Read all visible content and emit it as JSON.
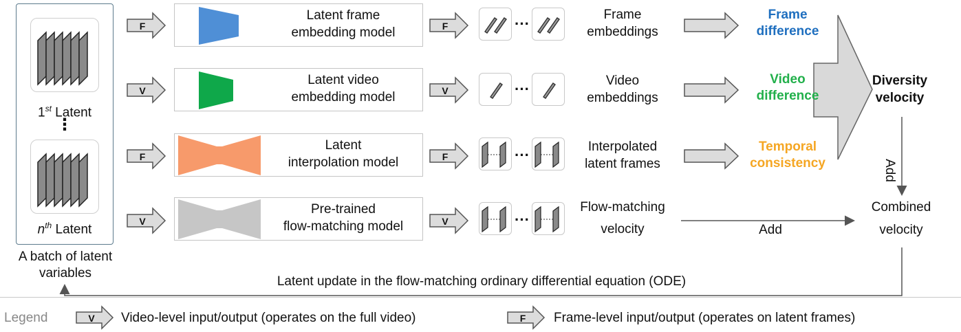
{
  "batch": {
    "first_label": "1",
    "first_sup": "st",
    "latent_word": " Latent",
    "nth_label": "n",
    "nth_sup": "th",
    "vdots": "⋮",
    "caption_line1": "A batch of latent",
    "caption_line2": "variables"
  },
  "tags": {
    "frame": "F",
    "video": "V"
  },
  "rows": [
    {
      "input_tag": "F",
      "model_line1": "Latent frame",
      "model_line2": "embedding model",
      "output_tag": "F",
      "out_line1": "Frame",
      "out_line2": "embeddings",
      "result_line1": "Frame",
      "result_line2": "difference",
      "result_color": "#1f6fbf"
    },
    {
      "input_tag": "V",
      "model_line1": "Latent video",
      "model_line2": "embedding model",
      "output_tag": "V",
      "out_line1": "Video",
      "out_line2": "embeddings",
      "result_line1": "Video",
      "result_line2": "difference",
      "result_color": "#22b04b"
    },
    {
      "input_tag": "F",
      "model_line1": "Latent",
      "model_line2": "interpolation model",
      "output_tag": "F",
      "out_line1": "Interpolated",
      "out_line2": "latent frames",
      "result_line1": "Temporal",
      "result_line2": "consistency",
      "result_color": "#f5a623"
    },
    {
      "input_tag": "V",
      "model_line1": "Pre-trained",
      "model_line2": "flow-matching model",
      "output_tag": "V",
      "out_line1": "Flow-matching",
      "out_line2": "velocity"
    }
  ],
  "ellipsis": "···",
  "diversity": {
    "line1": "Diversity",
    "line2": "velocity"
  },
  "add_vertical": "Add",
  "add_horizontal": "Add",
  "combined": {
    "line1": "Combined",
    "line2": "velocity"
  },
  "ode_label": "Latent update in the flow-matching ordinary differential equation (ODE)",
  "legend": {
    "title": "Legend",
    "video_tag": "V",
    "video_text": "Video-level input/output (operates on the full video)",
    "frame_tag": "F",
    "frame_text": "Frame-level input/output (operates on latent frames)"
  },
  "colors": {
    "frame_model": "#4f8fd6",
    "video_model": "#0fa84a",
    "interp_model": "#f79a6b",
    "pretrained_model": "#c6c6c6",
    "arrow_fill": "#dcdcdc",
    "arrow_stroke": "#555555",
    "batch_border": "#5b7a8c",
    "legend_text": "#888888"
  }
}
